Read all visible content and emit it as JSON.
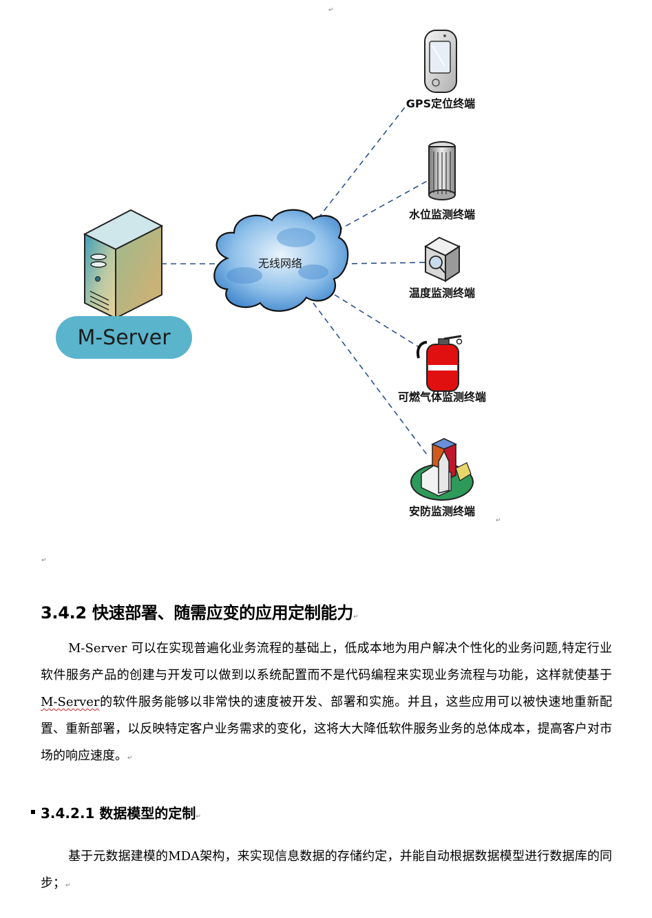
{
  "diagram": {
    "cloud_label": "无线网络",
    "server_label": "M-Server",
    "terminals": [
      {
        "name": "GPS定位终端",
        "icon": "smartphone-icon"
      },
      {
        "name": "水位监测终端",
        "icon": "water-column-icon"
      },
      {
        "name": "温度监测终端",
        "icon": "temperature-sensor-icon"
      },
      {
        "name": "可燃气体监测终端",
        "icon": "fire-extinguisher-icon"
      },
      {
        "name": "安防监测终端",
        "icon": "buildings-icon"
      }
    ],
    "colors": {
      "link": "#2a4f8c",
      "server_badge": "#5ab4cc",
      "cloud": "#4a8ed0",
      "extinguisher": "#e01010"
    }
  },
  "section": {
    "heading": "3.4.2 快速部署、随需应变的应用定制能力",
    "para_part1": "M-Server 可以在实现普遍化业务流程的基础上，低成本地为用户解决个性化的业务问题,特定行业软件服务产品的创建与开发可以做到以系统配置而不是代码编程来实现业务流程与功能，这样就使基于",
    "para_link": "M-Server",
    "para_part2": "的软件服务能够以非常快的速度被开发、部署和实施。并且，这些应用可以被快速地重新配置、重新部署，以反映特定客户业务需求的变化，这将大大降低软件服务业务的总体成本，提高客户对市场的响应速度。"
  },
  "subsection": {
    "heading": "3.4.2.1  数据模型的定制",
    "para": "基于元数据建模的MDA架构，来实现信息数据的存储约定，并能自动根据数据模型进行数据库的同步；"
  },
  "marks": {
    "paragraph_mark": "↵"
  }
}
